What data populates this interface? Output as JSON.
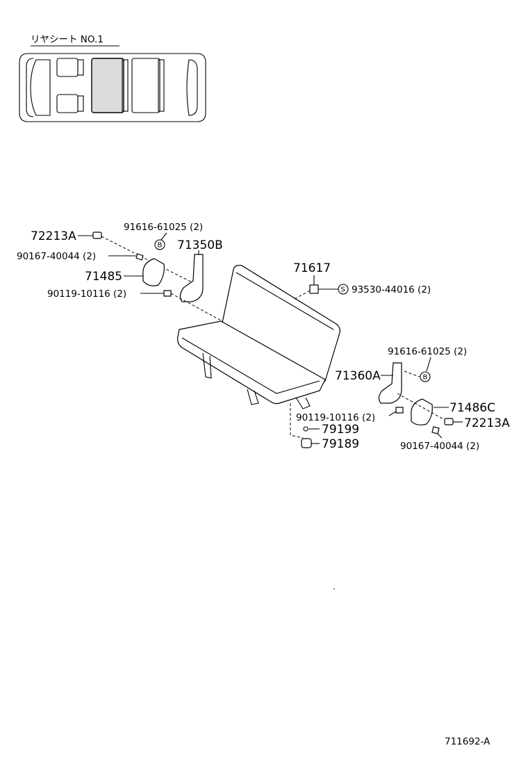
{
  "inset": {
    "title": "リヤシート NO.1"
  },
  "callouts": {
    "p72213A_left": "72213A",
    "p90167_left": "90167-40044 (2)",
    "p71485": "71485",
    "p90119_left": "90119-10116 (2)",
    "p91616_left": "91616-61025 (2)",
    "p71350B": "71350B",
    "p71617": "71617",
    "p93530": "93530-44016 (2)",
    "p91616_right": "91616-61025 (2)",
    "p71360A": "71360A",
    "p71486C": "71486C",
    "p90119_right": "90119-10116 (2)",
    "p72213A_right": "72213A",
    "p79199": "79199",
    "p79189": "79189",
    "p90167_right": "90167-40044 (2)"
  },
  "symbols": {
    "b_mark": "B",
    "s_mark": "S"
  },
  "figure_code": "711692-A"
}
